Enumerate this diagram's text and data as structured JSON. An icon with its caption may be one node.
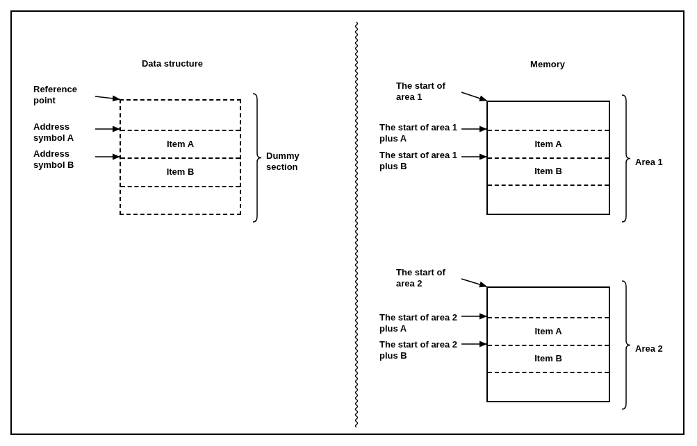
{
  "diagram": {
    "nodes": [
      {
        "text": [],
        "shape": "box",
        "beside": [
          "Dummy section"
        ]
      },
      {
        "text": [
          "Item A"
        ],
        "in": 0
      },
      {
        "text": [
          "Item B"
        ],
        "in": 0
      },
      {
        "text": [
          "Reference point"
        ]
      },
      {
        "text": [
          "Address symbol A"
        ]
      },
      {
        "text": [
          "Address symbol B"
        ]
      },
      {
        "text": [],
        "shape": "box",
        "beside": [
          "Area 1"
        ]
      },
      {
        "text": [
          "Item A"
        ],
        "in": 6
      },
      {
        "text": [
          "Item B"
        ],
        "in": 6
      },
      {
        "text": [
          "The start of area 1"
        ]
      },
      {
        "text": [
          "The start of area 1 plus A"
        ]
      },
      {
        "text": [
          "The start of area 1 plus B"
        ]
      },
      {
        "text": [],
        "shape": "box",
        "beside": [
          "Area 2"
        ]
      },
      {
        "text": [
          "Item A"
        ],
        "in": 12
      },
      {
        "text": [
          "Item B"
        ],
        "in": 12
      },
      {
        "text": [
          "The start of area 2"
        ]
      },
      {
        "text": [
          "The start of area 2 plus A"
        ]
      },
      {
        "text": [
          "The start of area 2 plus B"
        ]
      }
    ],
    "edges": [
      {
        "from": 3,
        "to": 0,
        "arrow": "to"
      },
      {
        "from": 4,
        "to": 1,
        "arrow": "to"
      },
      {
        "from": 5,
        "to": 2,
        "arrow": "to"
      },
      {
        "from": 9,
        "to": 6,
        "arrow": "to"
      },
      {
        "from": 10,
        "to": 7,
        "arrow": "to"
      },
      {
        "from": 11,
        "to": 8,
        "arrow": "to"
      },
      {
        "from": 15,
        "to": 12,
        "arrow": "to"
      },
      {
        "from": 16,
        "to": 13,
        "arrow": "to"
      },
      {
        "from": 17,
        "to": 14,
        "arrow": "to"
      }
    ],
    "labels": [
      "Data structure",
      "Memory"
    ]
  }
}
